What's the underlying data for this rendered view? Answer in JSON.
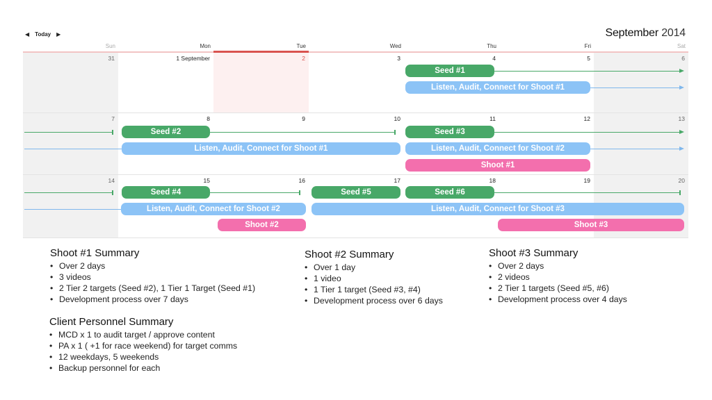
{
  "nav": {
    "prev_glyph": "◀",
    "today_label": "Today",
    "next_glyph": "▶"
  },
  "title": {
    "month": "September",
    "year": "2014"
  },
  "weekdays": [
    "Sun",
    "Mon",
    "Tue",
    "Wed",
    "Thu",
    "Fri",
    "Sat"
  ],
  "weeks": [
    [
      "31",
      "1 September",
      "2",
      "3",
      "4",
      "5",
      "6"
    ],
    [
      "7",
      "8",
      "9",
      "10",
      "11",
      "12",
      "13"
    ],
    [
      "14",
      "15",
      "16",
      "17",
      "18",
      "19",
      "20"
    ]
  ],
  "today": {
    "week": 0,
    "day": 2
  },
  "events": [
    {
      "week": 0,
      "start": 4,
      "type": "bar",
      "color": "green",
      "label": "Seed #1"
    },
    {
      "week": 0,
      "start": 4,
      "type": "bar",
      "color": "blue",
      "label": "Listen, Audit, Connect for Shoot #1"
    },
    {
      "week": 1,
      "start": 1,
      "type": "bar",
      "color": "green",
      "label": "Seed #2"
    },
    {
      "week": 1,
      "start": 1,
      "type": "bar",
      "color": "blue",
      "label": "Listen, Audit, Connect for Shoot #1"
    },
    {
      "week": 1,
      "start": 4,
      "type": "bar",
      "color": "green",
      "label": "Seed #3"
    },
    {
      "week": 1,
      "start": 4,
      "type": "bar",
      "color": "blue",
      "label": "Listen, Audit, Connect for Shoot #2"
    },
    {
      "week": 1,
      "start": 4,
      "type": "bar",
      "color": "pink",
      "label": "Shoot #1"
    },
    {
      "week": 2,
      "start": 1,
      "type": "bar",
      "color": "green",
      "label": "Seed #4"
    },
    {
      "week": 2,
      "start": 1,
      "type": "bar",
      "color": "blue",
      "label": "Listen, Audit, Connect for Shoot #2"
    },
    {
      "week": 2,
      "start": 2,
      "type": "bar",
      "color": "pink",
      "label": "Shoot #2"
    },
    {
      "week": 2,
      "start": 3,
      "type": "bar",
      "color": "green",
      "label": "Seed #5"
    },
    {
      "week": 2,
      "start": 4,
      "type": "bar",
      "color": "green",
      "label": "Seed #6"
    },
    {
      "week": 2,
      "start": 3,
      "type": "bar",
      "color": "blue",
      "label": "Listen, Audit, Connect for Shoot #3"
    },
    {
      "week": 2,
      "start": 5,
      "type": "bar",
      "color": "pink",
      "label": "Shoot #3"
    }
  ],
  "colors": {
    "green": "#48a868",
    "blue": "#8cc3f6",
    "pink": "#f36fad",
    "today_red": "#d9534f"
  },
  "summaries": {
    "shoot1": {
      "title": "Shoot #1 Summary",
      "items": [
        "Over 2 days",
        "3 videos",
        "2 Tier 2 targets (Seed #2), 1 Tier 1 Target (Seed #1)",
        "Development process over 7 days"
      ]
    },
    "shoot2": {
      "title": "Shoot #2 Summary",
      "items": [
        "Over 1 day",
        "1 video",
        "1 Tier 1 target (Seed #3, #4)",
        "Development process over 6 days"
      ]
    },
    "shoot3": {
      "title": "Shoot #3 Summary",
      "items": [
        "Over 2 days",
        "2 videos",
        "2 Tier 1 targets (Seed #5, #6)",
        "Development process over 4 days"
      ]
    },
    "personnel": {
      "title": "Client Personnel Summary",
      "items": [
        "MCD x 1 to audit target / approve content",
        "PA x 1 ( +1 for race weekend) for target comms",
        "12 weekdays, 5 weekends",
        "Backup personnel for each"
      ]
    }
  }
}
